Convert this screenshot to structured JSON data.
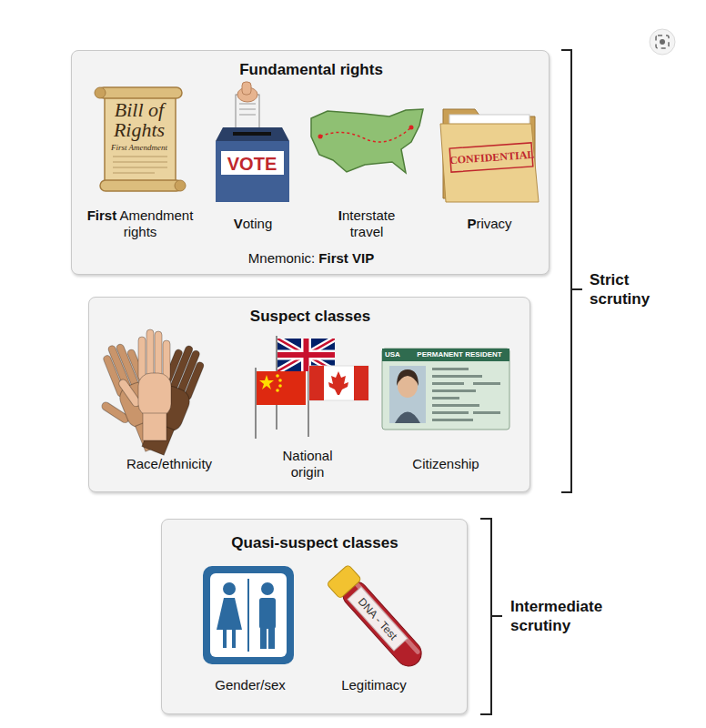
{
  "diagram": {
    "nodes": [
      {
        "text": [
          "Fundamental rights",
          "First Amendment rights",
          "Voting",
          "Interstate travel",
          "Privacy",
          "Mnemonic: First VIP"
        ]
      },
      {
        "text": [
          "Suspect classes",
          "Race/ethnicity",
          "National origin",
          "Citizenship"
        ]
      },
      {
        "text": [
          "Quasi-suspect classes",
          "Gender/sex",
          "Legitimacy"
        ]
      }
    ],
    "labels": [
      "Bill of Rights",
      "First Amendment",
      "VOTE",
      "CONFIDENTIAL",
      "Strict scrutiny",
      "USA",
      "PERMANENT RESIDENT",
      "DNA - Test",
      "Intermediate scrutiny"
    ]
  }
}
